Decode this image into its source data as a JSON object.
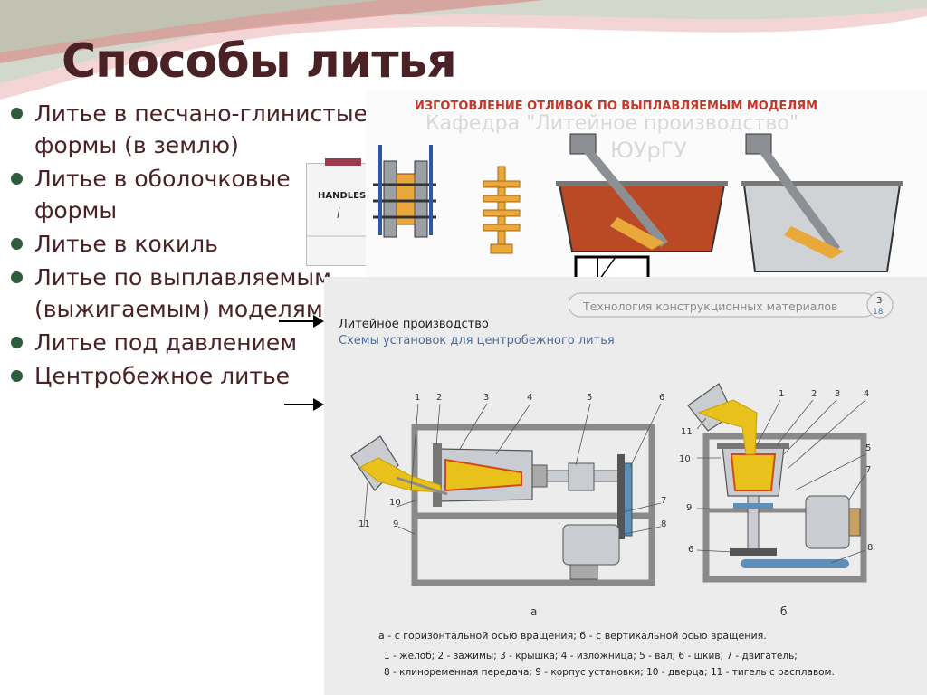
{
  "slide": {
    "title": "Способы литья",
    "bullets": [
      "Литье в песчано-глинистые формы (в землю)",
      "Литье в оболочковые формы",
      "Литье в кокиль",
      "Литье по выплавляемым (выжигаемым) моделям",
      "Литье под давлением",
      "Центробежное литье"
    ]
  },
  "handles_card": {
    "label": "HANDLES"
  },
  "investment_panel": {
    "title": "ИЗГОТОВЛЕНИЕ ОТЛИВОК ПО ВЫПЛАВЛЯЕМЫМ МОДЕЛЯМ",
    "watermark_1": "Кафедра \"Литейное производство\"",
    "watermark_2": "ЮУрГУ"
  },
  "centrifugal_panel": {
    "header": "Технология конструкционных материалов",
    "page_top": "3",
    "page_bottom": "18",
    "section": "Литейное производство",
    "subtitle": "Схемы установок для центробежного литья",
    "fig_a": "а",
    "fig_b": "б",
    "caption": "а - с горизонтальной осью вращения;  б - с вертикальной осью вращения.",
    "legend_line1": "1 - желоб;  2 - зажимы;  3 - крышка;  4 - изложница;  5 - вал;  6 - шкив;  7 - двигатель;",
    "legend_line2": "8 - клиноременная передача;  9 - корпус установки;  10 - дверца;  11 - тигель с расплавом.",
    "labels": [
      "1",
      "2",
      "3",
      "4",
      "5",
      "6",
      "7",
      "8",
      "9",
      "10",
      "11"
    ]
  },
  "colors": {
    "title": "#4a2124",
    "bullet": "#2e5c3c",
    "metal": "#e8c21a",
    "steel": "#c9ccd0",
    "frame": "#8a8a8a",
    "belt": "#5f8fb8"
  }
}
